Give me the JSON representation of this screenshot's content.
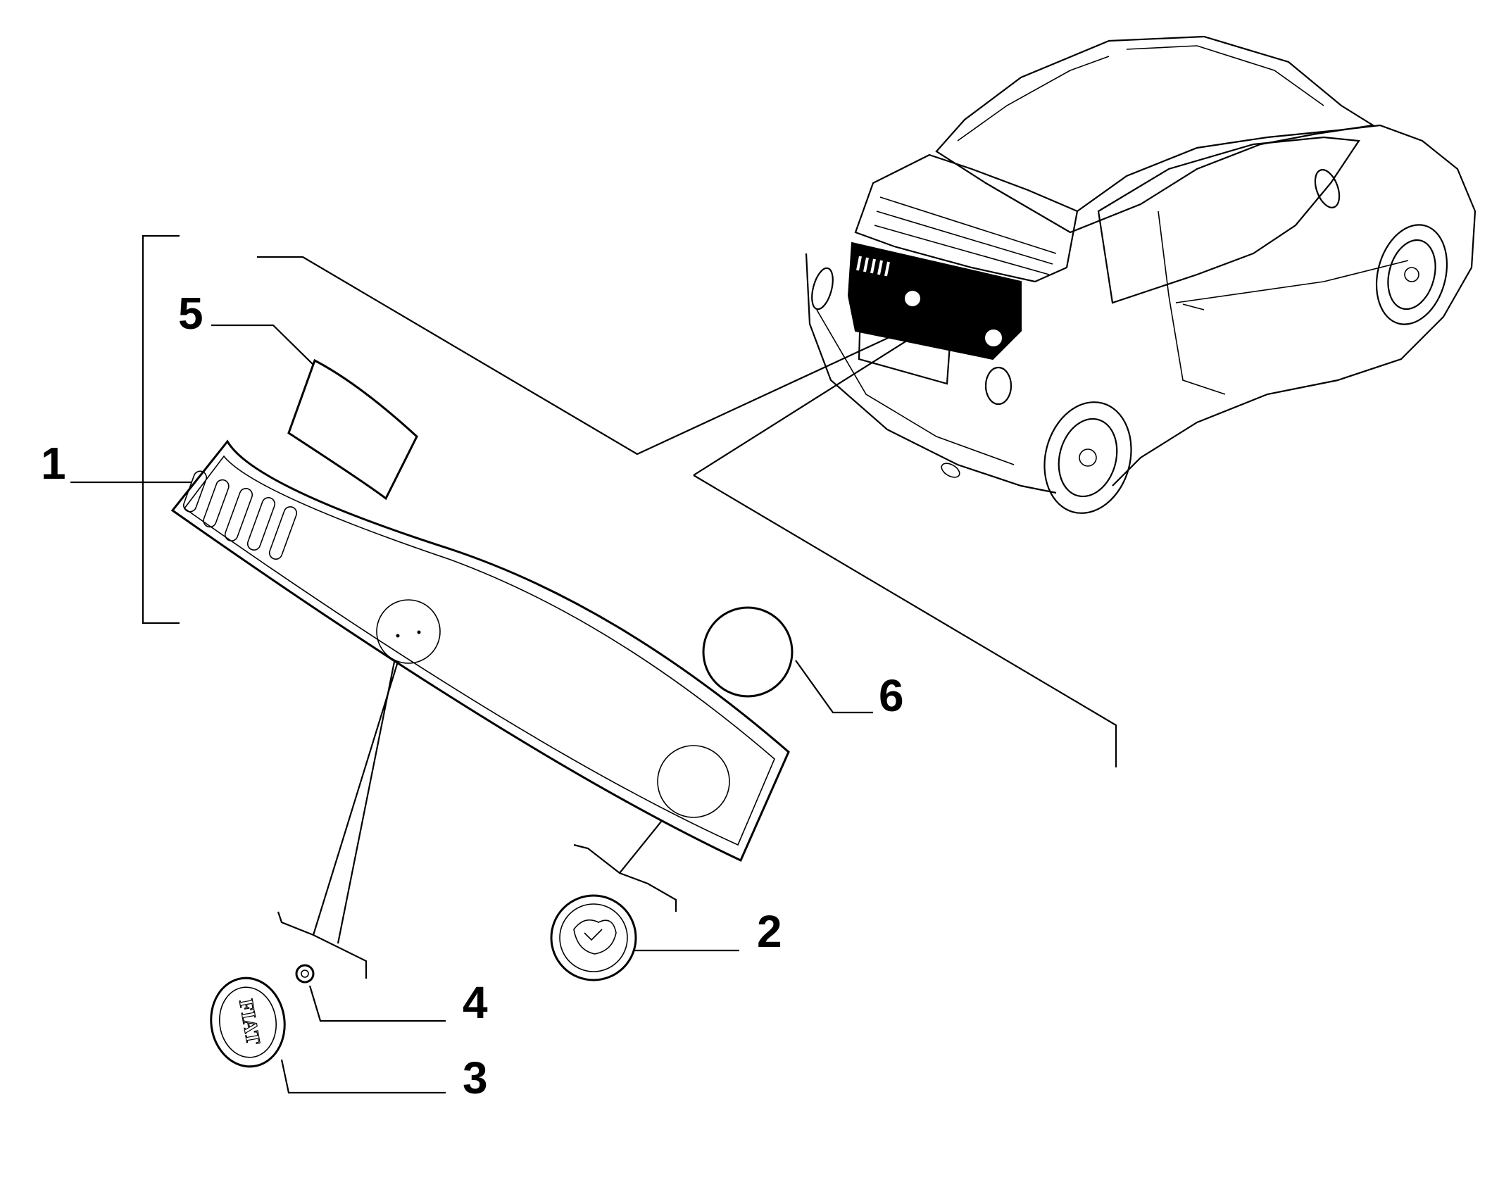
{
  "diagram": {
    "callouts": [
      {
        "id": "1",
        "label": "1"
      },
      {
        "id": "2",
        "label": "2"
      },
      {
        "id": "3",
        "label": "3"
      },
      {
        "id": "4",
        "label": "4"
      },
      {
        "id": "5",
        "label": "5"
      },
      {
        "id": "6",
        "label": "6"
      }
    ],
    "badge_logo_text": "FIAT",
    "colors": {
      "line": "#000000",
      "background": "#ffffff",
      "trim_panel_on_car": "#000000"
    }
  }
}
